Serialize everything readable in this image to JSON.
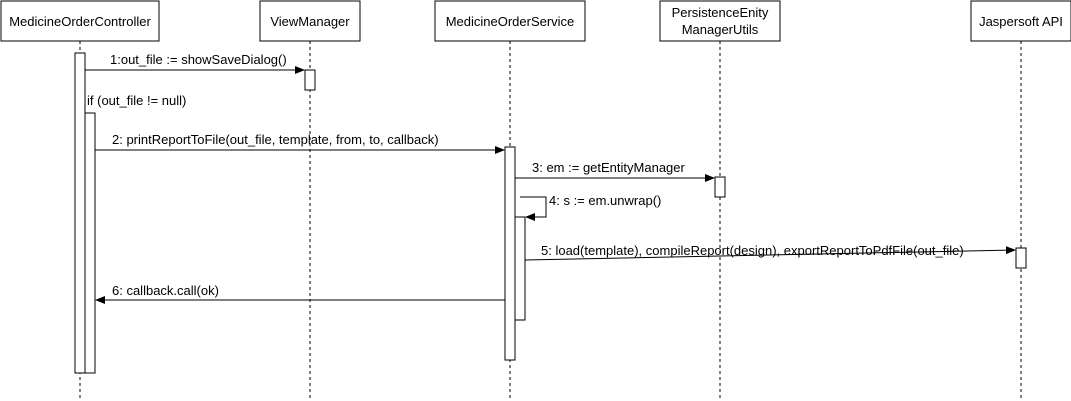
{
  "participants": [
    {
      "id": "controller",
      "lines": [
        "MedicineOrderController"
      ]
    },
    {
      "id": "view",
      "lines": [
        "ViewManager"
      ]
    },
    {
      "id": "service",
      "lines": [
        "MedicineOrderService"
      ]
    },
    {
      "id": "persistence",
      "lines": [
        "PersistenceEnity",
        "ManagerUtils"
      ]
    },
    {
      "id": "jasper",
      "lines": [
        "Jaspersoft API"
      ]
    }
  ],
  "messages": [
    {
      "id": "m1",
      "label": "1:out_file := showSaveDialog()",
      "from": "controller",
      "to": "view"
    },
    {
      "id": "guard",
      "label": "if (out_file != null)"
    },
    {
      "id": "m2",
      "label": "2: printReportToFile(out_file, template, from, to, callback)",
      "from": "controller",
      "to": "service"
    },
    {
      "id": "m3",
      "label": "3: em := getEntityManager",
      "from": "service",
      "to": "persistence"
    },
    {
      "id": "m4",
      "label": "4: s := em.unwrap()",
      "from": "service",
      "to": "service"
    },
    {
      "id": "m5",
      "label": "5: load(template), compileReport(design), exportReportToPdfFile(out_file)",
      "from": "service",
      "to": "jasper"
    },
    {
      "id": "m6",
      "label": "6: callback.call(ok)",
      "from": "service",
      "to": "controller"
    }
  ]
}
